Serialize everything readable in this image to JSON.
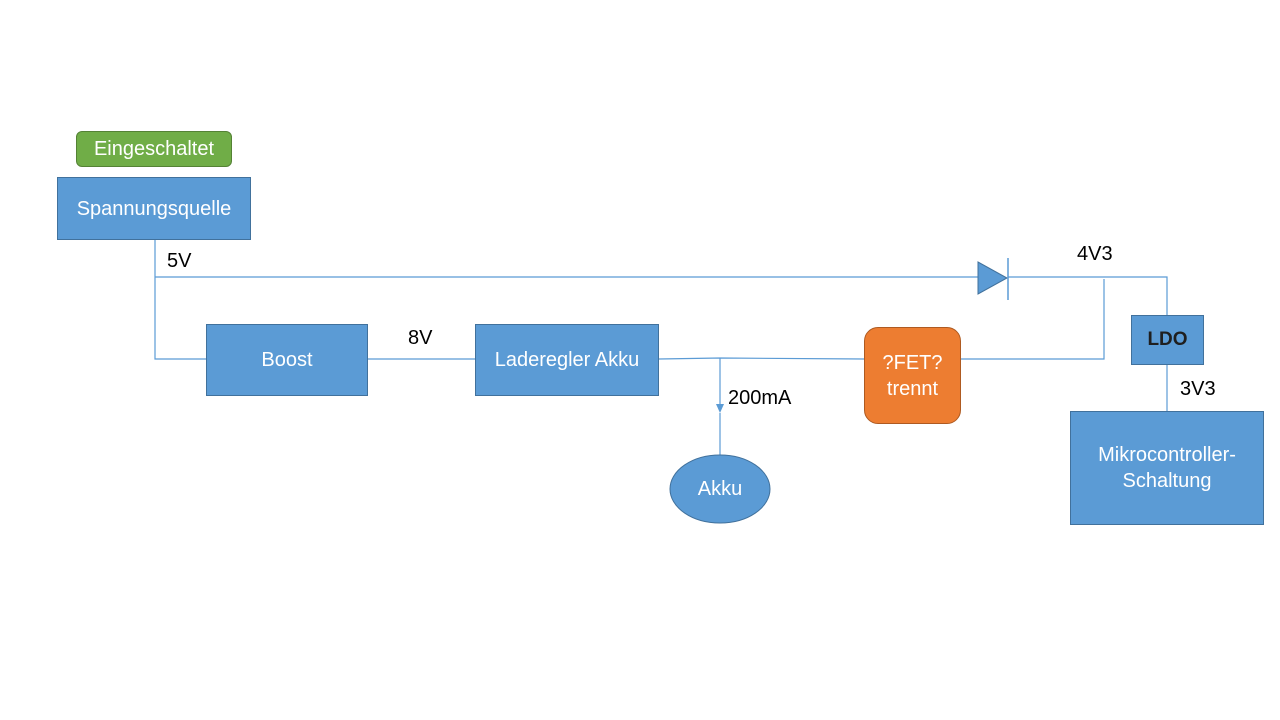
{
  "diagram": {
    "status": {
      "label": "Eingeschaltet",
      "color": "#70ad47",
      "border": "#548235"
    },
    "nodes": {
      "source": "Spannungsquelle",
      "boost": "Boost",
      "charger": "Laderegler Akku",
      "fet": {
        "line1": "?FET?",
        "line2": "trennt",
        "color": "#ed7d31",
        "border": "#ae5a21"
      },
      "battery": "Akku",
      "ldo": "LDO",
      "mcu": {
        "line1": "Mikrocontroller-",
        "line2": "Schaltung"
      }
    },
    "labels": {
      "v5": "5V",
      "v8": "8V",
      "v4v3": "4V3",
      "v3v3": "3V3",
      "current": "200mA"
    },
    "colors": {
      "box": "#5b9bd5",
      "box_border": "#41719c",
      "wire": "#5b9bd5"
    },
    "symbols": {
      "diode": "diode-icon"
    }
  }
}
